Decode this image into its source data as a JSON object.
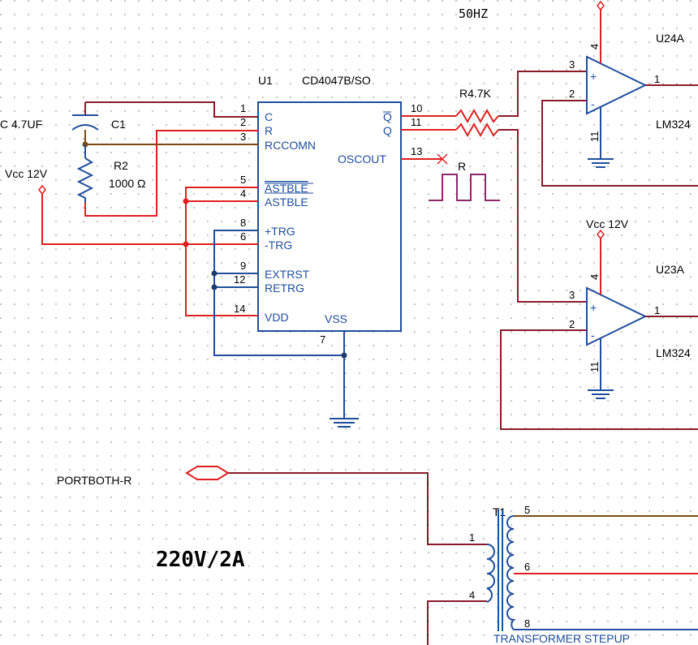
{
  "title_50hz": "50HZ",
  "u1": {
    "ref": "U1",
    "part": "CD4047B/SO",
    "left_pins": [
      {
        "num": "1",
        "name": "C"
      },
      {
        "num": "2",
        "name": "R"
      },
      {
        "num": "3",
        "name": "RCCOMN"
      },
      {
        "num": "5",
        "name": "ASTBLE"
      },
      {
        "num": "4",
        "name": "ASTBLE"
      },
      {
        "num": "8",
        "name": "+TRG"
      },
      {
        "num": "6",
        "name": "-TRG"
      },
      {
        "num": "9",
        "name": "EXTRST"
      },
      {
        "num": "12",
        "name": "RETRG"
      },
      {
        "num": "14",
        "name": "VDD"
      }
    ],
    "right_pins": [
      {
        "num": "10",
        "name": "Q"
      },
      {
        "num": "11",
        "name": "Q"
      },
      {
        "num": "13",
        "name": "OSCOUT"
      }
    ],
    "vss": "VSS",
    "pin7": "7"
  },
  "c1": {
    "value": "C 4.7UF",
    "ref": "C1"
  },
  "r2": {
    "ref": "R2",
    "value": "1000 Ω"
  },
  "vcc_left": "Vcc 12V",
  "r47k": "R4.7K",
  "signal_r": "R",
  "u24a": {
    "ref": "U24A",
    "part": "LM324",
    "p3": "3",
    "p2": "2",
    "p4": "4",
    "p11": "11",
    "p1": "1"
  },
  "u23a": {
    "ref": "U23A",
    "part": "LM324",
    "p3": "3",
    "p2": "2",
    "p4": "4",
    "p11": "11",
    "p1": "1",
    "vcc": "Vcc 12V"
  },
  "port": "PORTBOTH-R",
  "mains": "220V/2A",
  "t1": {
    "ref": "T1",
    "name": "TRANSFORMER STEPUP",
    "p1": "1",
    "p4": "4",
    "p5": "5",
    "p6": "6",
    "p8": "8"
  },
  "colors": {
    "red_wire": "#e02020",
    "maroon_wire": "#8a1a2a",
    "blue_wire": "#1f4e9c",
    "ic_outline": "#1f4e9c",
    "junction": "#1f3a6e"
  }
}
